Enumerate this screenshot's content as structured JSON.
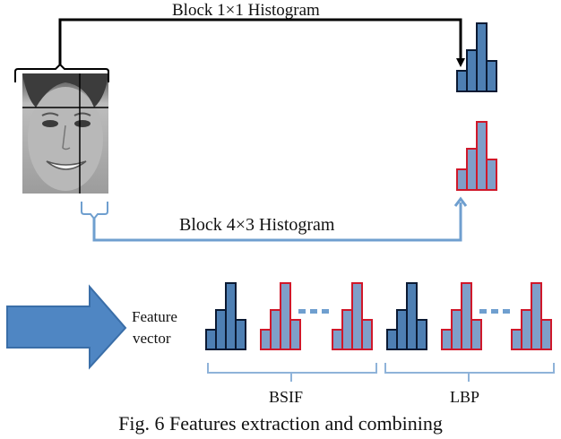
{
  "labels": {
    "block1": "Block 1×1 Histogram",
    "block2": "Block 4×3 Histogram",
    "feature_line1": "Feature",
    "feature_line2": "vector",
    "bsif": "BSIF",
    "lbp": "LBP"
  },
  "caption": "Fig. 6   Features extraction and combining",
  "colors": {
    "black_arrow": "#000000",
    "blue_arrow": "#6f9fcf",
    "bar_fill": "#4e7fb3",
    "bar_fill_light": "#7f9fc9",
    "blue_outline": "#0b1a33",
    "red_outline": "#d0182a",
    "big_arrow_fill": "#4f86c3",
    "big_arrow_stroke": "#3a6ea8",
    "dots": "#6f9fcf",
    "bracket": "#8fb3d9"
  },
  "icons": {
    "face": "face-photo-icon",
    "big_arrow": "block-arrow-right-icon"
  }
}
